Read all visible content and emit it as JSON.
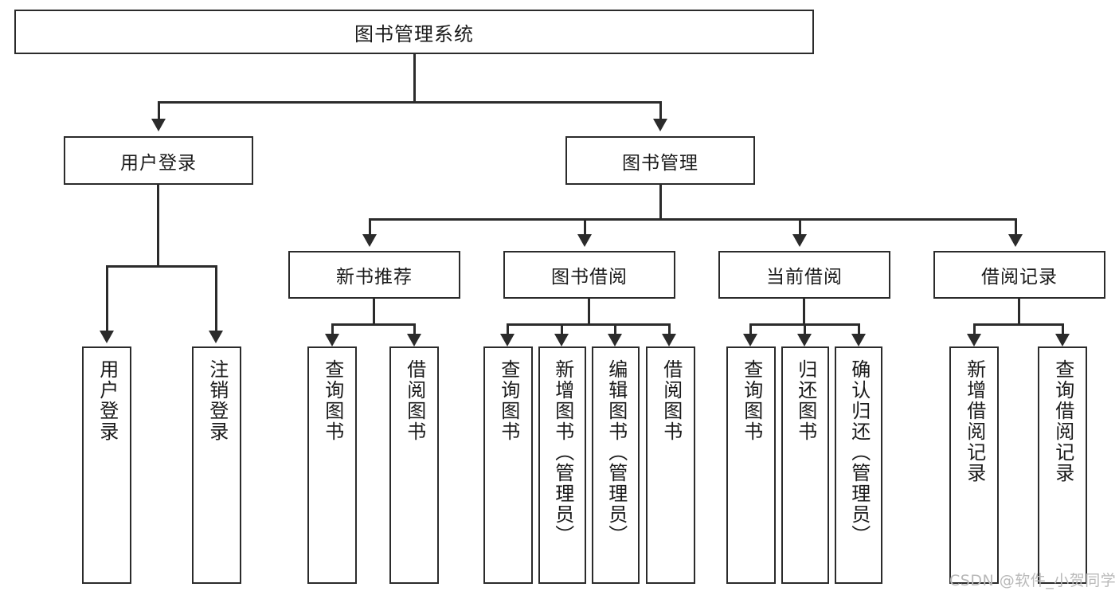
{
  "diagram": {
    "title": "图书管理系统",
    "type": "tree-structure-chart",
    "root": {
      "label": "图书管理系统"
    },
    "level2": [
      {
        "label": "用户登录"
      },
      {
        "label": "图书管理"
      }
    ],
    "level3": [
      {
        "label": "新书推荐"
      },
      {
        "label": "图书借阅"
      },
      {
        "label": "当前借阅"
      },
      {
        "label": "借阅记录"
      }
    ],
    "leaves": {
      "user_login": [
        {
          "label": "用户登录"
        },
        {
          "label": "注销登录"
        }
      ],
      "new_book_recommend": [
        {
          "label": "查询图书"
        },
        {
          "label": "借阅图书"
        }
      ],
      "book_borrow": [
        {
          "label": "查询图书"
        },
        {
          "label": "新增图书（管理员）"
        },
        {
          "label": "编辑图书（管理员）"
        },
        {
          "label": "借阅图书"
        }
      ],
      "current_borrow": [
        {
          "label": "查询图书"
        },
        {
          "label": "归还图书"
        },
        {
          "label": "确认归还（管理员）"
        }
      ],
      "borrow_record": [
        {
          "label": "新增借阅记录"
        },
        {
          "label": "查询借阅记录"
        }
      ]
    }
  },
  "watermark": {
    "text": "CSDN @软件_小贺同学"
  },
  "colors": {
    "stroke": "#2b2b2b",
    "text": "#1a1a1a",
    "background": "#ffffff",
    "watermark": "#b9b9b9"
  }
}
